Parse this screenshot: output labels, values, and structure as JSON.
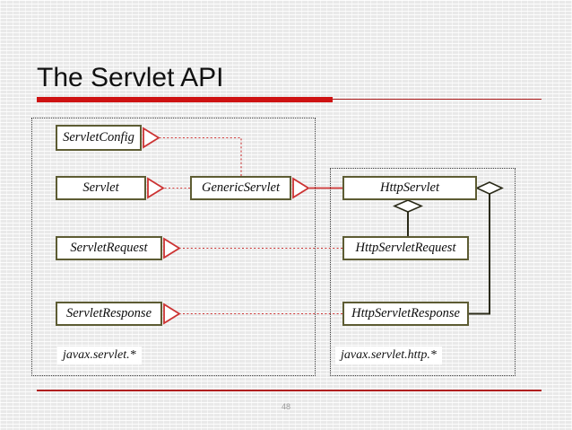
{
  "slide": {
    "title": "The Servlet API",
    "page_number": "48",
    "accent_color": "#ce1212",
    "rule_color": "#b02020",
    "background_color": "#e9e9e9"
  },
  "diagram": {
    "type": "uml-class-diagram",
    "packages": [
      {
        "id": "javax-servlet",
        "label": "javax.servlet.*"
      },
      {
        "id": "javax-servlet-http",
        "label": "javax.servlet.http.*"
      }
    ],
    "classes": [
      {
        "id": "servletconfig",
        "label": "ServletConfig",
        "package": "javax-servlet"
      },
      {
        "id": "servlet",
        "label": "Servlet",
        "package": "javax-servlet"
      },
      {
        "id": "genericservlet",
        "label": "GenericServlet",
        "package": "javax-servlet"
      },
      {
        "id": "servletrequest",
        "label": "ServletRequest",
        "package": "javax-servlet"
      },
      {
        "id": "servletresponse",
        "label": "ServletResponse",
        "package": "javax-servlet"
      },
      {
        "id": "httpservlet",
        "label": "HttpServlet",
        "package": "javax-servlet-http"
      },
      {
        "id": "httpservletrequest",
        "label": "HttpServletRequest",
        "package": "javax-servlet-http"
      },
      {
        "id": "httpservletresponse",
        "label": "HttpServletResponse",
        "package": "javax-servlet-http"
      }
    ],
    "relationships": [
      {
        "from": "genericservlet",
        "to": "servletconfig",
        "kind": "realization",
        "style": "dotted",
        "color": "#cc3333"
      },
      {
        "from": "genericservlet",
        "to": "servlet",
        "kind": "realization",
        "style": "dotted",
        "color": "#cc3333"
      },
      {
        "from": "httpservlet",
        "to": "genericservlet",
        "kind": "generalization",
        "style": "solid",
        "color": "#cc3333"
      },
      {
        "from": "httpservletrequest",
        "to": "servletrequest",
        "kind": "realization",
        "style": "dotted",
        "color": "#cc3333"
      },
      {
        "from": "httpservletresponse",
        "to": "servletresponse",
        "kind": "realization",
        "style": "dotted",
        "color": "#cc3333"
      },
      {
        "from": "httpservlet",
        "to": "httpservletrequest",
        "kind": "aggregation",
        "style": "solid",
        "color": "#2a2a18"
      },
      {
        "from": "httpservlet",
        "to": "httpservletresponse",
        "kind": "aggregation",
        "style": "solid",
        "color": "#2a2a18"
      }
    ],
    "box_border_color": "#5d5c33",
    "box_fill_color": "#ffffff"
  }
}
